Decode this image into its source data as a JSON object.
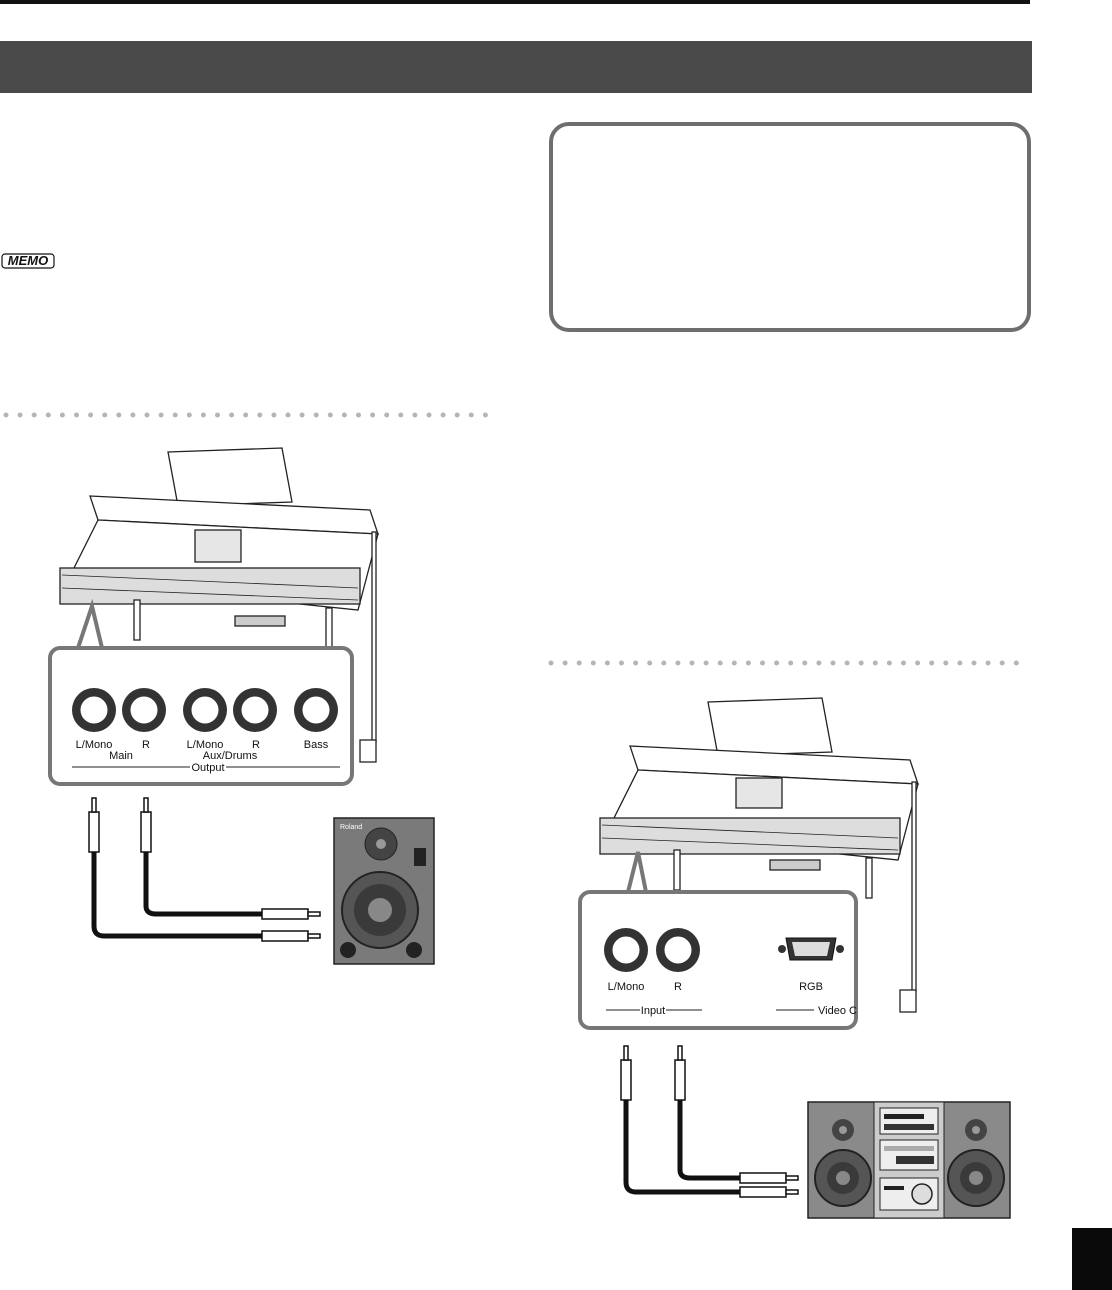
{
  "memo_icon": {
    "text": "MEMO",
    "icon": "memo-icon"
  },
  "figure1": {
    "jack_labels": [
      "L/Mono",
      "R",
      "L/Mono",
      "R",
      "Bass"
    ],
    "group_labels": [
      "Main",
      "Aux/Drums"
    ],
    "output_label": "Output",
    "speaker_brand": "Roland"
  },
  "figure2": {
    "jack_labels": [
      "L/Mono",
      "R"
    ],
    "connector_label": "RGB",
    "input_label": "Input",
    "video_label": "Video C"
  },
  "colors": {
    "header": "#4a4a4a",
    "note_border": "#6e6e6e",
    "dots": "#b5b5b5",
    "tab": "#0a0a0a"
  }
}
